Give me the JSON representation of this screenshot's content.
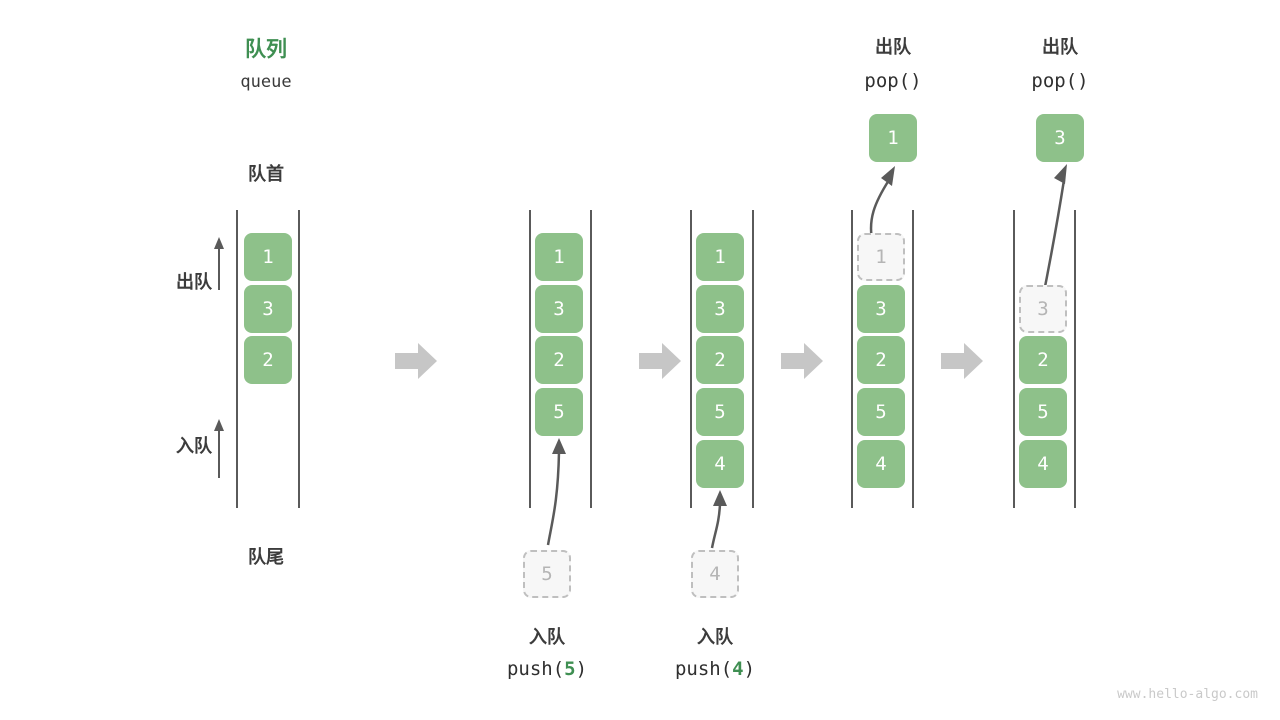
{
  "diagram": {
    "title_cn": "队列",
    "title_en": "queue",
    "head_label": "队尾",
    "front_label": "队首",
    "legend": {
      "dequeue": "出队",
      "enqueue": "入队"
    },
    "watermark": "www.hello-algo.com",
    "colors": {
      "element": "#8ec18a",
      "accent_green": "#3f8f52",
      "ghost_fill": "#f7f7f7",
      "ghost_border": "#bfbfbf",
      "ghost_text": "#b5b5b5",
      "rail": "#5a5a5a",
      "arrow": "#5a5a5a",
      "flow_arrow": "#c6c6c6",
      "text": "#3c3c3c",
      "watermark": "#c9c9c9"
    }
  },
  "panels": [
    {
      "id": "initial",
      "elements": [
        "1",
        "3",
        "2"
      ],
      "ghost_index": null,
      "caption_cn": "",
      "caption_code": "",
      "popped_value": ""
    },
    {
      "id": "push-5",
      "elements": [
        "1",
        "3",
        "2",
        "5"
      ],
      "ghost_index": null,
      "caption_cn": "入队",
      "caption_code_prefix": "push(",
      "caption_code_value": "5",
      "caption_code_suffix": ")",
      "incoming_value": "5"
    },
    {
      "id": "push-4",
      "elements": [
        "1",
        "3",
        "2",
        "5",
        "4"
      ],
      "ghost_index": null,
      "caption_cn": "入队",
      "caption_code_prefix": "push(",
      "caption_code_value": "4",
      "caption_code_suffix": ")",
      "incoming_value": "4"
    },
    {
      "id": "pop-1",
      "elements": [
        "1",
        "3",
        "2",
        "5",
        "4"
      ],
      "ghost_index": 0,
      "header_cn": "出队",
      "header_code": "pop()",
      "popped_value": "1"
    },
    {
      "id": "pop-3",
      "elements": [
        "",
        "3",
        "2",
        "5",
        "4"
      ],
      "ghost_index": 1,
      "header_cn": "出队",
      "header_code": "pop()",
      "popped_value": "3"
    }
  ],
  "flow_arrows": [
    {
      "name": "flow-arrow-1"
    },
    {
      "name": "flow-arrow-2"
    },
    {
      "name": "flow-arrow-3"
    },
    {
      "name": "flow-arrow-4"
    }
  ]
}
